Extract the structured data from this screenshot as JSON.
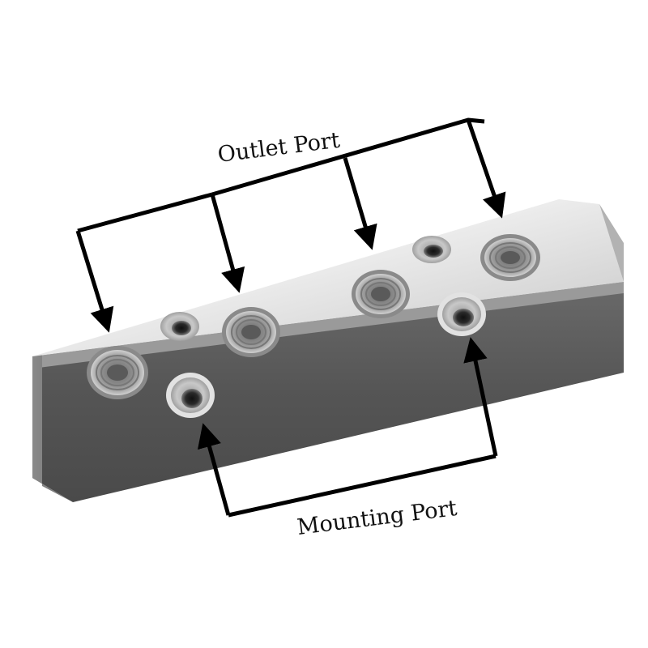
{
  "labels": {
    "outlet": "Outlet Port",
    "mounting": "Mounting Port"
  },
  "colors": {
    "background": "#ffffff",
    "top_face_light": "#e4e4e4",
    "top_face_dark": "#bdbdbd",
    "front_face": "#5a5a5a",
    "front_face_dark": "#3f3f3f",
    "arrow": "#000000"
  },
  "components": {
    "outlet_ports": 4,
    "mounting_ports": 2,
    "small_holes": 2
  }
}
